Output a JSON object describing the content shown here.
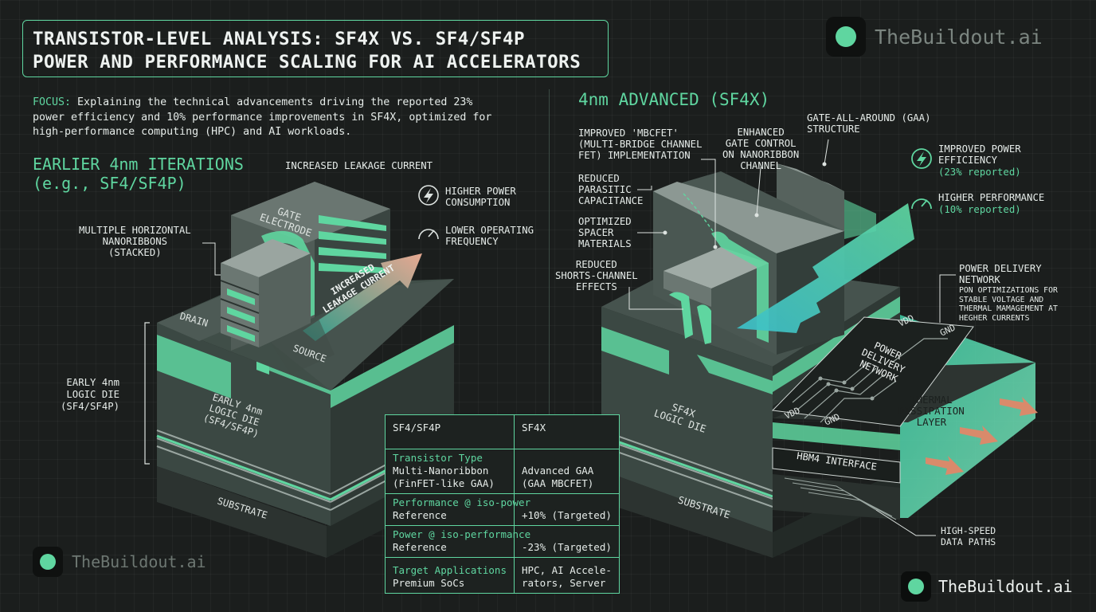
{
  "title": {
    "line1": "TRANSISTOR-LEVEL ANALYSIS: SF4X VS. SF4/SF4P",
    "line2": "POWER AND PERFORMANCE SCALING FOR AI ACCELERATORS"
  },
  "brand": {
    "name": "TheBuildout.ai"
  },
  "focus": {
    "label": "FOCUS:",
    "text": " Explaining the technical advancements driving the reported 23% power efficiency and 10% performance improvements in SF4X, optimized for high-performance computing (HPC) and AI workloads."
  },
  "left": {
    "heading_line1": "EARLIER 4nm ITERATIONS",
    "heading_line2": "(e.g., SF4/SF4P)",
    "leakage_label": "INCREASED LEAKAGE CURRENT",
    "higher_power": "HIGHER POWER\nCONSUMPTION",
    "lower_freq": "LOWER OPERATING\nFREQUENCY",
    "nanoribbons": "MULTIPLE HORIZONTAL\nNANORIBBONS\n(STACKED)",
    "die_bracket_label": "EARLY 4nm\nLOGIC DIE\n(SF4/SF4P)",
    "gate": "GATE\nELECTRODE",
    "drain": "DRAIN",
    "source": "SOURCE",
    "arrow_label": "INCREASED\nLEAKAGE CURRENT",
    "die_face": "EARLY 4nm\nLOGIC DIE\n(SF4/SF4P)",
    "substrate": "SUBSTRATE"
  },
  "right": {
    "heading": "4nm ADVANCED (SF4X)",
    "mbcfet": "IMPROVED 'MBCFET'\n(MULTI-BRIDGE CHANNEL\nFET) IMPLEMENTATION",
    "gate_control": "ENHANCED\nGATE CONTROL\nON NANORIBBON\nCHANNEL",
    "gaa": "GATE-ALL-AROUND (GAA)\nSTRUCTURE",
    "parasitic": "REDUCED\nPARASITIC\nCAPACITANCE",
    "spacer": "OPTIMIZED\nSPACER\nMATERIALS",
    "short_channel": "REDUCED\nSHORTS-CHANNEL\nEFFECTS",
    "power_eff_title": "IMPROVED POWER\nEFFICIENCY",
    "power_eff_sub": "(23% reported)",
    "perf_title": "HIGHER PERFORMANCE",
    "perf_sub": "(10% reported)",
    "pdn_title": "POWER DELIVERY\nNETWORK",
    "pdn_desc": "PON OPTIMIZATIONS FOR\nSTABLE VOLTAGE AND\nTHERMAL MAMAGEMENT AT\nHEGHER CURRENTS",
    "pdn_block": "POWER\nDELIVERY\nNETWORK",
    "vdd": "VDD",
    "gnd": "GND",
    "thermal": "THERMAL\nDISSIPATION\nLAYER",
    "hbm4": "HBM4 INTERFACE",
    "die_face": "SF4X\nLOGIC DIE",
    "substrate": "SUBSTRATE",
    "data_paths": "HIGH-SPEED\nDATA PATHS"
  },
  "table": {
    "col1": "SF4/SF4P",
    "col2": "SF4X",
    "rows": [
      {
        "label": "Transistor Type",
        "a": "Multi-Nanoribbon\n(FinFET-like GAA)",
        "b": "Advanced GAA\n(GAA MBCFET)"
      },
      {
        "label": "Performance @ iso-power",
        "a": "Reference",
        "b": "+10% (Targeted)"
      },
      {
        "label": "Power @ iso-performance",
        "a": "Reference",
        "b": "-23% (Targeted)"
      },
      {
        "label": "Target Applications",
        "a": "Premium SoCs",
        "b": "HPC, AI Accele-\nrators, Server"
      }
    ]
  },
  "icons": [
    "lightning-icon",
    "speedometer-icon",
    "logo-dot-icon"
  ],
  "colors": {
    "accent": "#5fd6a0",
    "die": "#3b4843",
    "background": "#1b1e1d"
  }
}
